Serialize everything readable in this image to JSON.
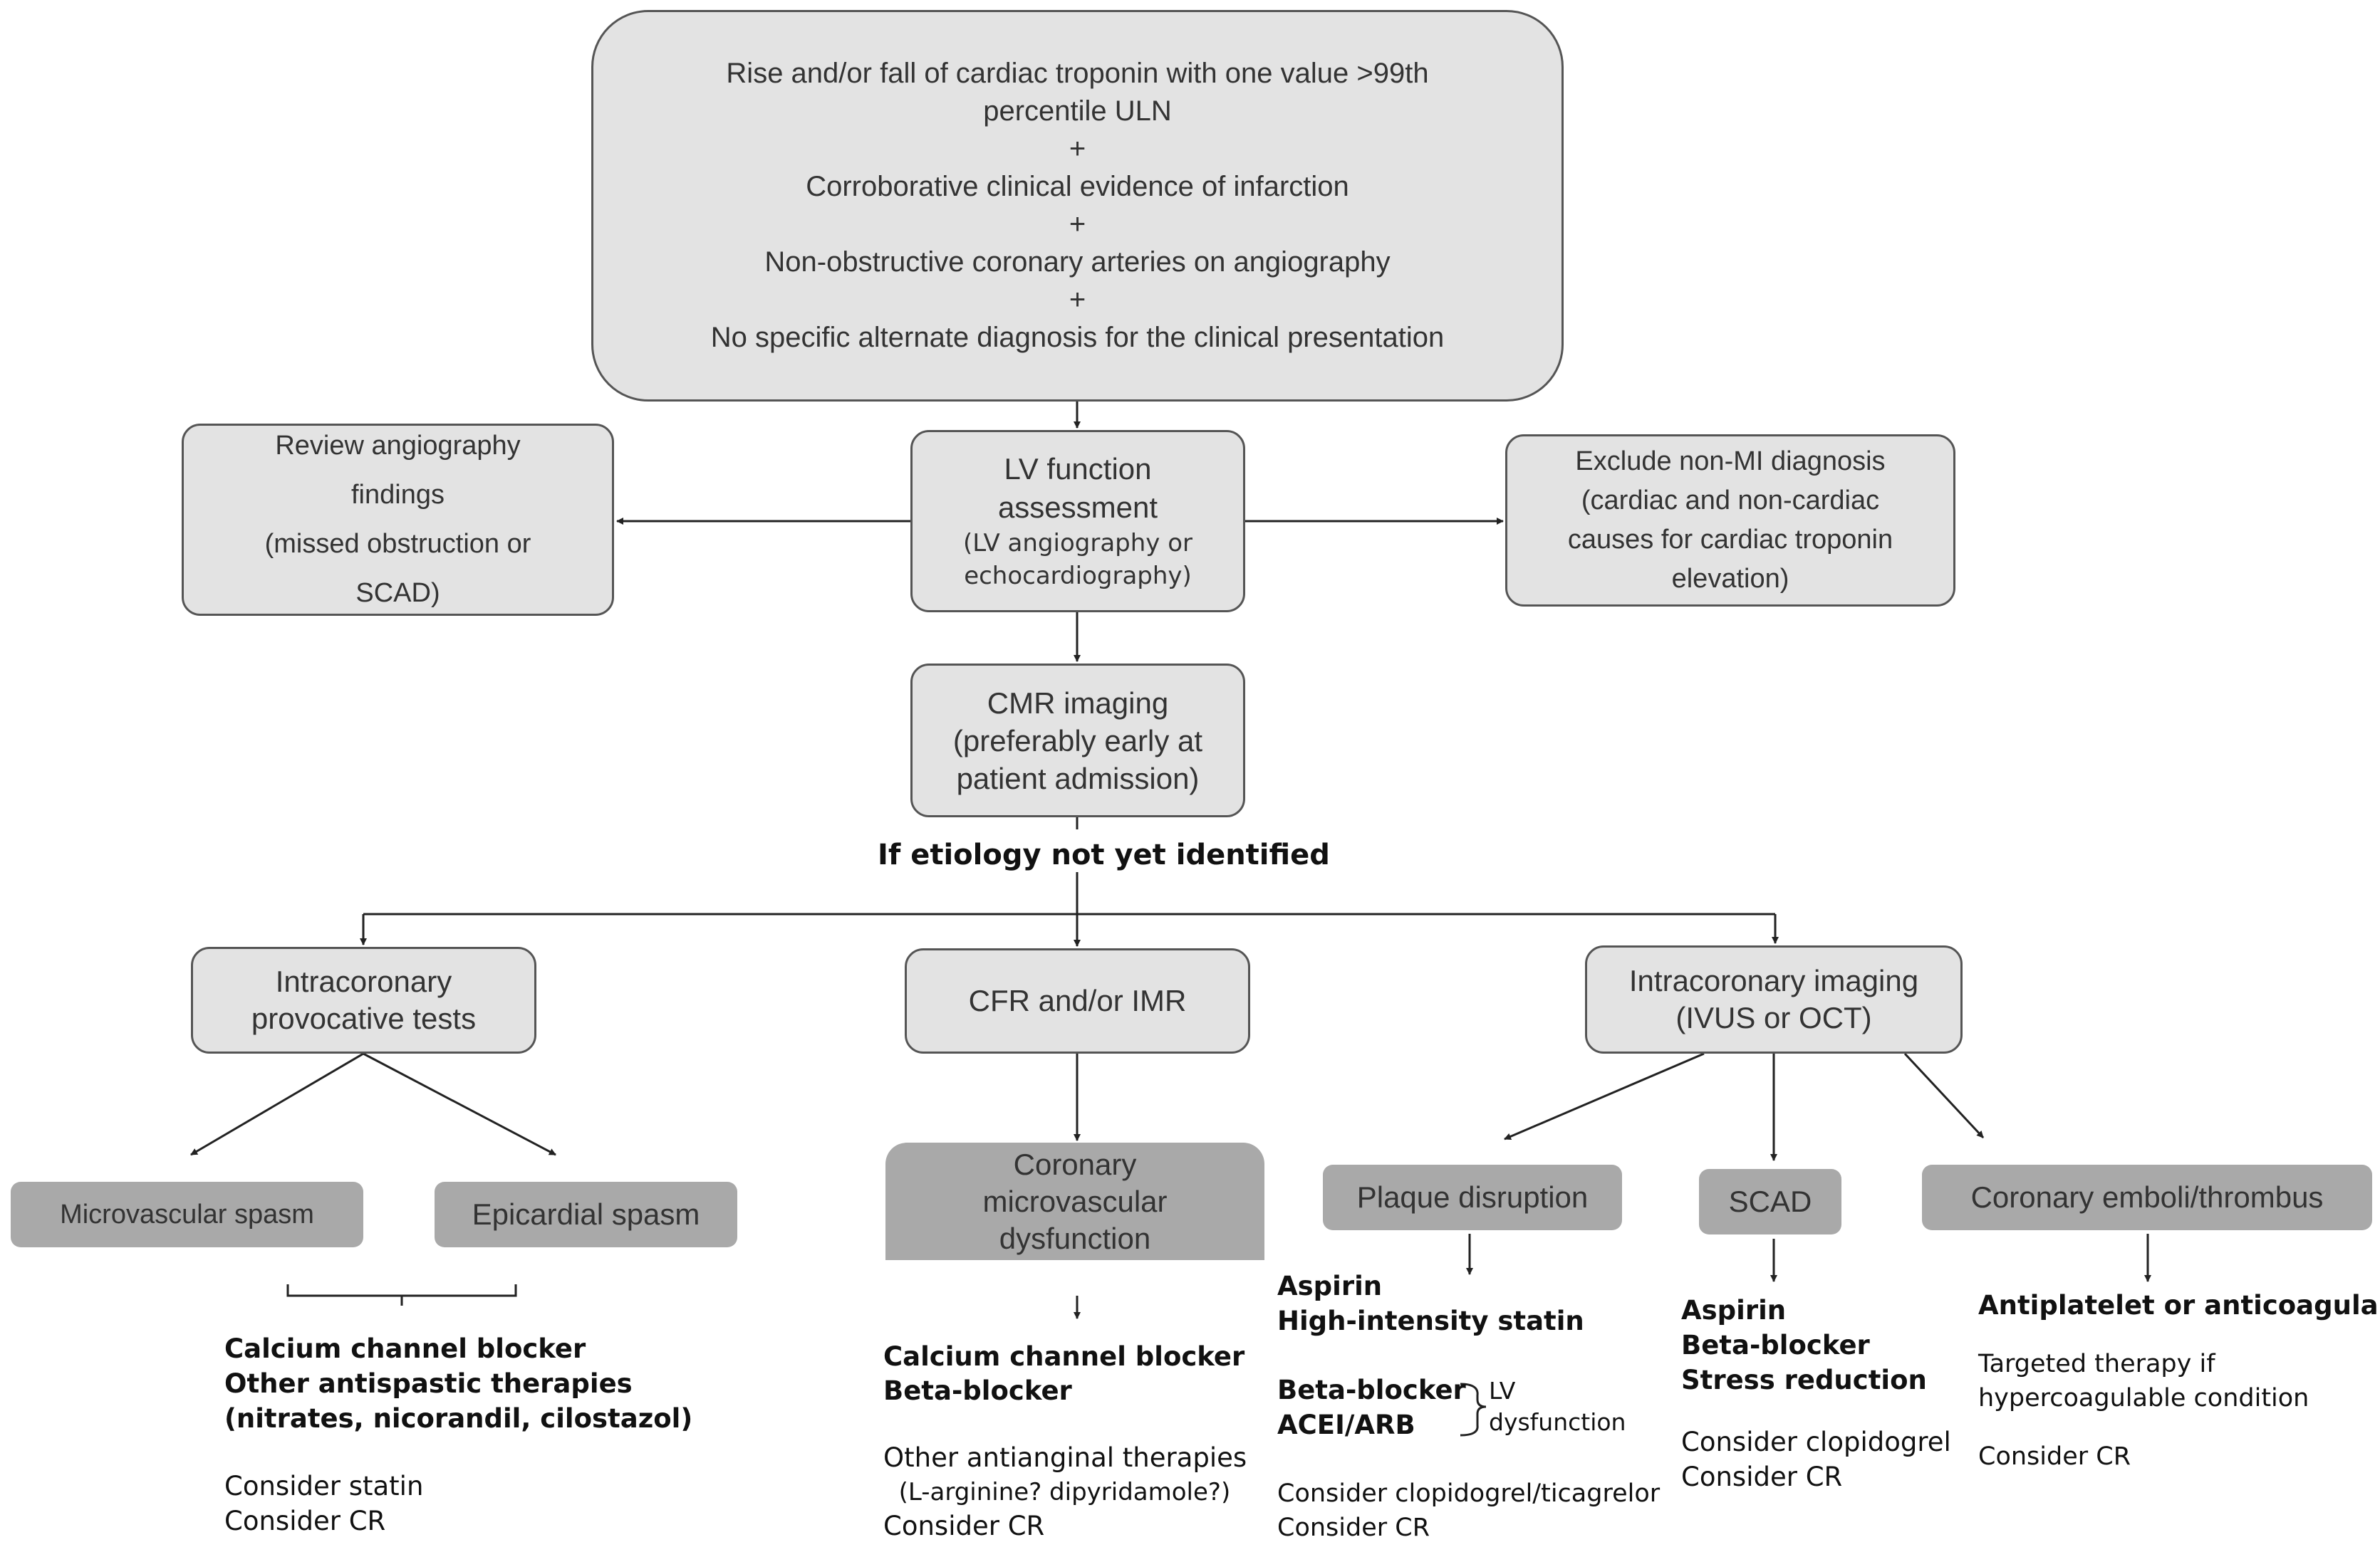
{
  "top": {
    "lines": [
      "Rise and/or fall of cardiac troponin with one value >99th",
      "percentile ULN",
      "+",
      "Corroborative clinical evidence of infarction",
      "+",
      "Non-obstructive coronary arteries on angiography",
      "+",
      "No specific alternate diagnosis for the clinical presentation"
    ]
  },
  "review": {
    "lines": [
      "Review angiography",
      "findings",
      "(missed obstruction or",
      "SCAD)"
    ]
  },
  "lv": {
    "lines": [
      "LV function",
      "assessment"
    ],
    "sub": [
      "(LV angiography  or",
      "echocardiography)"
    ]
  },
  "exclude": {
    "lines": [
      "Exclude non-MI diagnosis",
      "(cardiac and non-cardiac",
      "causes for cardiac troponin",
      "elevation)"
    ]
  },
  "cmr": {
    "lines": [
      "CMR imaging",
      "(preferably early at",
      "patient admission)"
    ]
  },
  "etiology_label": "If etiology not yet identified",
  "provocative": {
    "lines": [
      "Intracoronary",
      "provocative tests"
    ]
  },
  "cfr": {
    "lines": [
      "CFR and/or IMR"
    ]
  },
  "imaging": {
    "lines": [
      "Intracoronary imaging",
      "(IVUS  or OCT)"
    ]
  },
  "micro_spasm": "Microvascular spasm",
  "epi_spasm": "Epicardial spasm",
  "cmd": {
    "lines": [
      "Coronary",
      "microvascular",
      "dysfunction"
    ]
  },
  "plaque": "Plaque disruption",
  "scad": "SCAD",
  "emboli": "Coronary emboli/thrombus",
  "therapies": {
    "spasm": {
      "bold": [
        "Calcium channel blocker",
        "Other antispastic therapies",
        "(nitrates, nicorandil, cilostazol)"
      ],
      "normal": [
        "Consider  statin",
        "Consider  CR"
      ]
    },
    "cmd": {
      "bold": [
        "Calcium channel blocker",
        "Beta-blocker"
      ],
      "normal": [
        "Other antianginal therapies",
        "  (L-arginine? dipyridamole?)",
        "Consider  CR"
      ]
    },
    "plaque": {
      "bold": [
        "Aspirin",
        "High-intensity  statin"
      ],
      "bold2": [
        "Beta-blocker",
        "ACEI/ARB"
      ],
      "brace_label": [
        "LV",
        "dysfunction"
      ],
      "normal": [
        "Consider  clopidogrel/ticagrelor",
        "Consider  CR"
      ]
    },
    "scad": {
      "bold": [
        "Aspirin",
        "Beta-blocker",
        "Stress  reduction"
      ],
      "normal": [
        "Consider  clopidogrel",
        "Consider  CR"
      ]
    },
    "emboli": {
      "bold": [
        "Antiplatelet or anticoagulant"
      ],
      "normal": [
        "Targeted  therapy  if",
        "hypercoagulable  condition"
      ],
      "normal2": [
        "Consider  CR"
      ]
    }
  }
}
